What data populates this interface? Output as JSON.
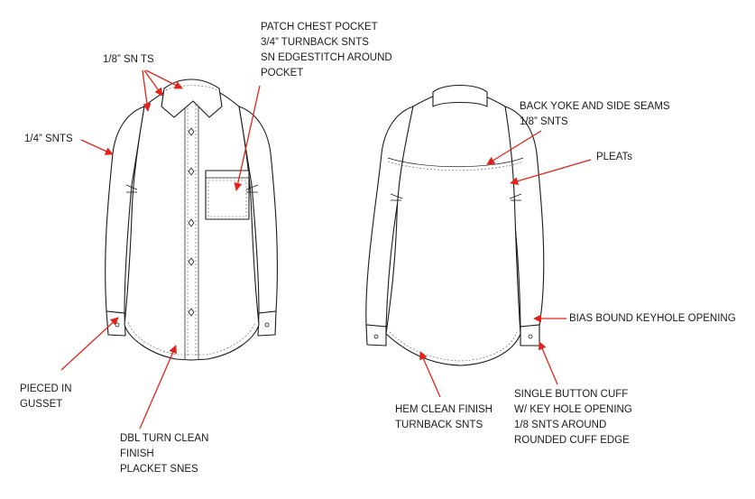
{
  "colors": {
    "arrow": "#e2231a",
    "line": "#1a1a1a"
  },
  "labels": {
    "sn_ts": [
      "1/8” SN TS"
    ],
    "pocket": [
      "PATCH CHEST POCKET",
      "3/4” TURNBACK SNTS",
      "SN EDGESTITCH AROUND",
      "POCKET"
    ],
    "quarter": [
      "1/4” SNTS"
    ],
    "gusset": [
      "PIECED IN",
      "GUSSET"
    ],
    "dbl_turn": [
      "DBL TURN CLEAN",
      "FINISH",
      "PLACKET SNES"
    ],
    "back_yoke": [
      "BACK YOKE AND SIDE SEAMS",
      "1/8” SNTS"
    ],
    "pleats": [
      "PLEATs"
    ],
    "bias": [
      "BIAS BOUND KEYHOLE OPENING"
    ],
    "hem": [
      "HEM CLEAN FINISH",
      "TURNBACK SNTS"
    ],
    "cuff": [
      "SINGLE BUTTON CUFF",
      "W/ KEY HOLE OPENING",
      "1/8 SNTS AROUND",
      "ROUNDED CUFF EDGE"
    ]
  }
}
